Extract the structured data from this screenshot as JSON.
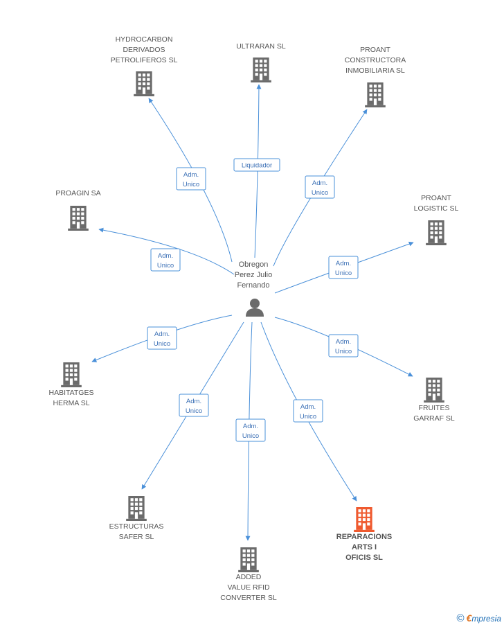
{
  "center": {
    "name_lines": [
      "Obregon",
      "Perez Julio",
      "Fernando"
    ],
    "icon": "person-icon"
  },
  "colors": {
    "edge": "#4a90d9",
    "building": "#6b6b6b",
    "building_highlight": "#ef5a2f"
  },
  "nodes": [
    {
      "id": "hydrocarbon",
      "lines": [
        "HYDROCARBON",
        "DERIVADOS",
        "PETROLIFEROS SL"
      ],
      "role": [
        "Adm.",
        "Unico"
      ],
      "highlight": false
    },
    {
      "id": "ultraran",
      "lines": [
        "ULTRARAN SL"
      ],
      "role": [
        "Liquidador"
      ],
      "highlight": false
    },
    {
      "id": "proant-constructora",
      "lines": [
        "PROANT",
        "CONSTRUCTORA",
        "INMOBILIARIA SL"
      ],
      "role": [
        "Adm.",
        "Unico"
      ],
      "highlight": false
    },
    {
      "id": "proagin",
      "lines": [
        "PROAGIN SA"
      ],
      "role": [
        "Adm.",
        "Unico"
      ],
      "highlight": false
    },
    {
      "id": "proant-logistic",
      "lines": [
        "PROANT",
        "LOGISTIC SL"
      ],
      "role": [
        "Adm.",
        "Unico"
      ],
      "highlight": false
    },
    {
      "id": "habitatges",
      "lines": [
        "HABITATGES",
        "HERMA  SL"
      ],
      "role": [
        "Adm.",
        "Unico"
      ],
      "highlight": false
    },
    {
      "id": "fruites",
      "lines": [
        "FRUITES",
        "GARRAF SL"
      ],
      "role": [
        "Adm.",
        "Unico"
      ],
      "highlight": false
    },
    {
      "id": "estructuras",
      "lines": [
        "ESTRUCTURAS",
        "SAFER SL"
      ],
      "role": [
        "Adm.",
        "Unico"
      ],
      "highlight": false
    },
    {
      "id": "added-value",
      "lines": [
        "ADDED",
        "VALUE RFID",
        "CONVERTER SL"
      ],
      "role": [
        "Adm.",
        "Unico"
      ],
      "highlight": false
    },
    {
      "id": "reparacions",
      "lines": [
        "REPARACIONS",
        "ARTS I",
        "OFICIS SL"
      ],
      "role": [
        "Adm.",
        "Unico"
      ],
      "highlight": true
    }
  ],
  "footer": {
    "copyright": "©",
    "brand_first": "€",
    "brand_rest": "mpresia"
  }
}
